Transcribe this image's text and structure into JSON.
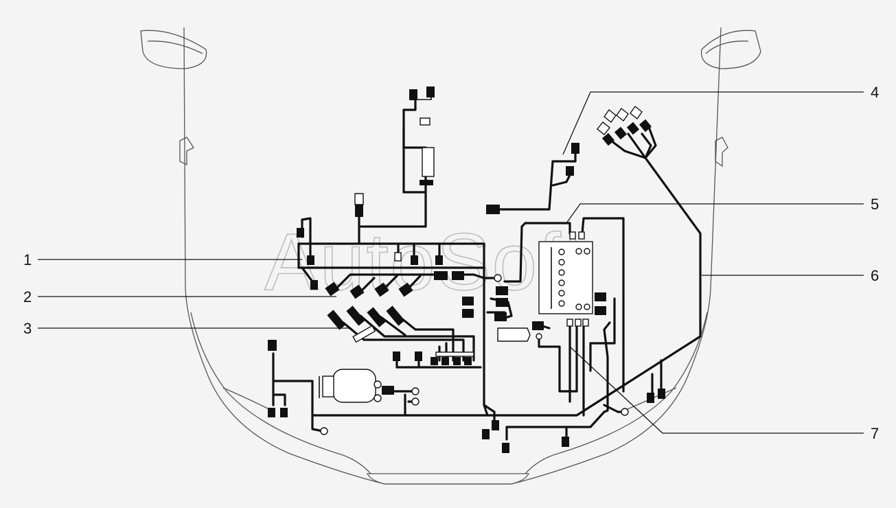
{
  "watermark": "AutoSoft",
  "callouts": [
    {
      "label": "1"
    },
    {
      "label": "2"
    },
    {
      "label": "3"
    },
    {
      "label": "4"
    },
    {
      "label": "5"
    },
    {
      "label": "6"
    },
    {
      "label": "7"
    }
  ],
  "colors": {
    "background": "#f4f4f4",
    "line": "#111111",
    "body_outline": "#555555",
    "watermark": "#bdbdbd"
  }
}
